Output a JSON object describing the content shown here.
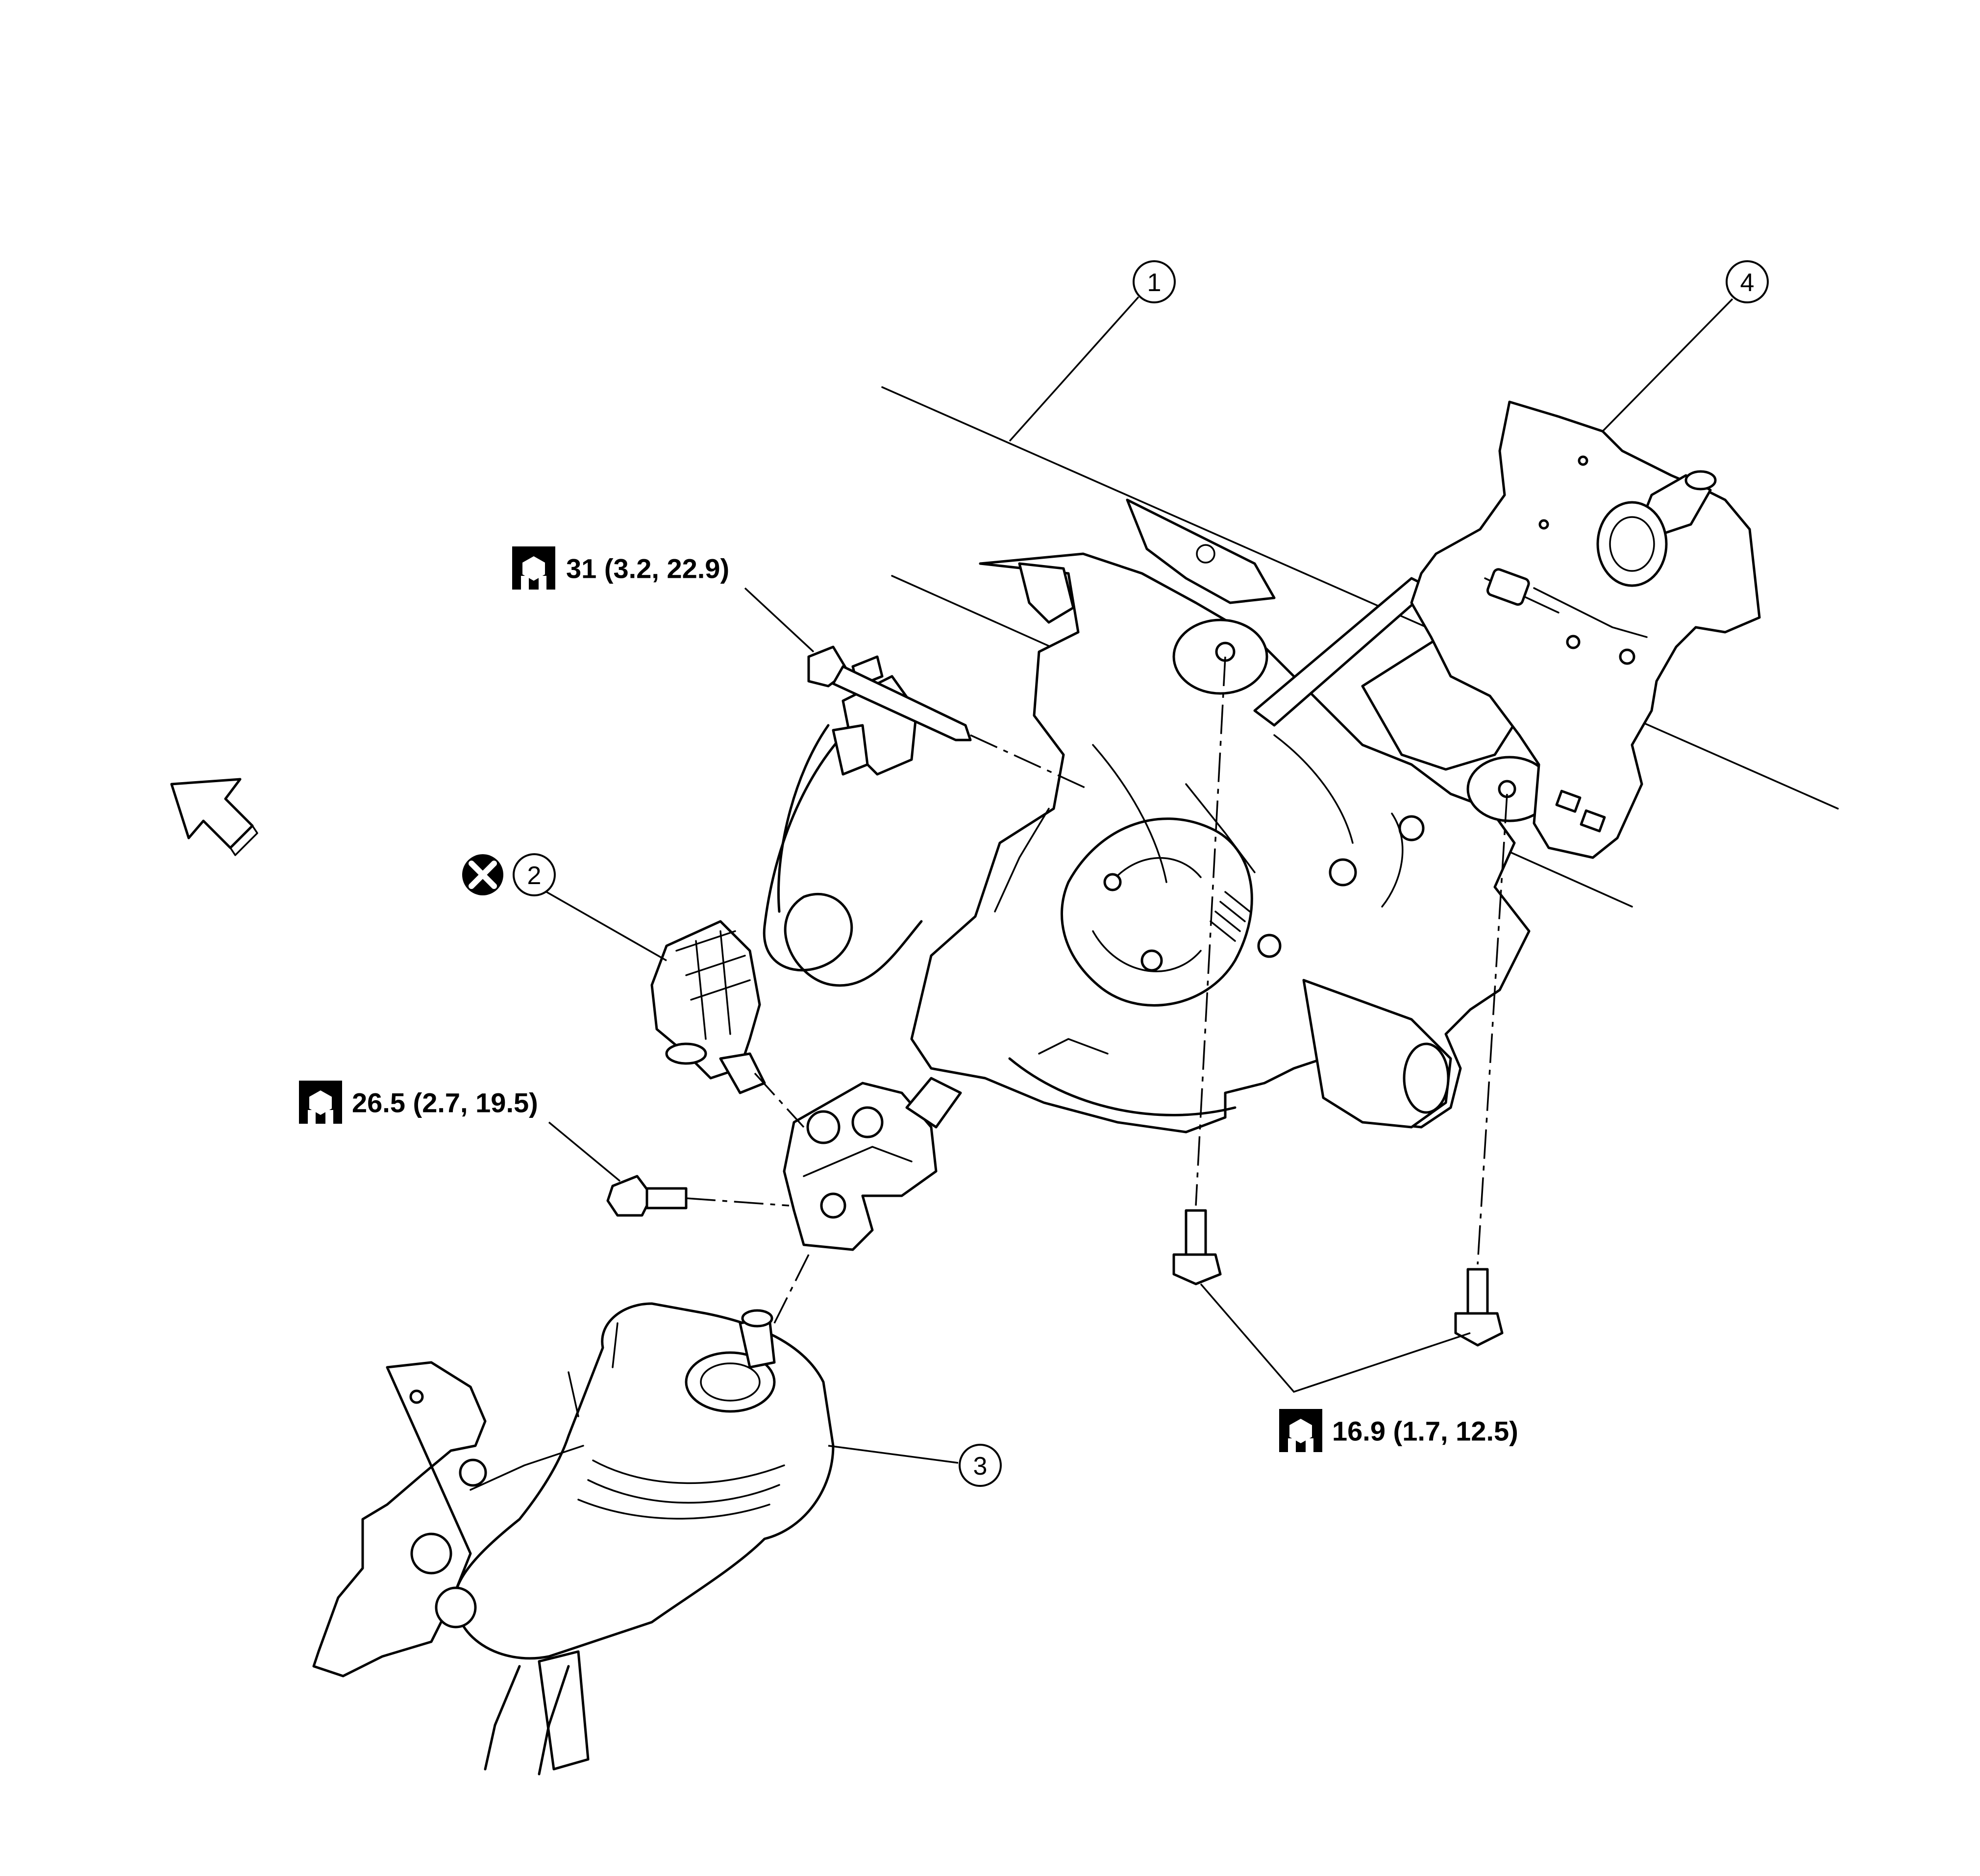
{
  "callouts": {
    "part_1": "1",
    "part_2": "2",
    "part_3": "3",
    "part_4": "4"
  },
  "torque_specs": {
    "upper_bolt": "31 (3.2, 22.9)",
    "joint_bolt": "26.5 (2.7, 19.5)",
    "mount_bolts": "16.9 (1.7, 12.5)"
  },
  "icons": {
    "torque": "torque-wrench-icon",
    "do_not_reuse": "do-not-reuse-icon",
    "front": "front-direction-arrow-icon"
  },
  "colors": {
    "line": "#000000",
    "background": "#ffffff"
  }
}
